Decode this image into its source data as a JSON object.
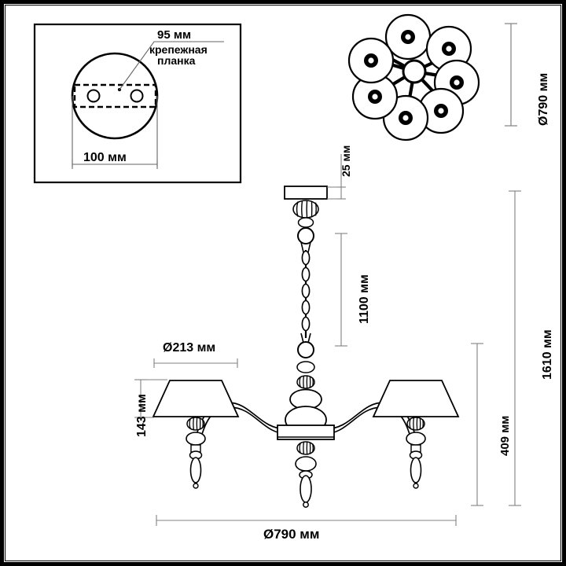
{
  "drawing": {
    "title": "Chandelier technical drawing",
    "units": "мм"
  },
  "canopy_detail": {
    "name": "ceiling-mount-detail",
    "callout_dimension": "95 мм",
    "callout_label_line1": "крепежная",
    "callout_label_line2": "планка",
    "diameter_label": "100 мм"
  },
  "top_view": {
    "name": "top-view",
    "diameter_label": "Ø790 мм",
    "shade_count": 7
  },
  "dimensions": {
    "canopy_height": "25 мм",
    "chain_length": "1100 мм",
    "total_height": "1610 мм",
    "body_height": "409 мм",
    "shade_height": "143 мм",
    "shade_diameter": "Ø213 мм",
    "overall_diameter": "Ø790 мм"
  },
  "colors": {
    "line": "#000000",
    "dimension_line": "#808080",
    "background": "#ffffff",
    "text": "#1a1a1a"
  }
}
